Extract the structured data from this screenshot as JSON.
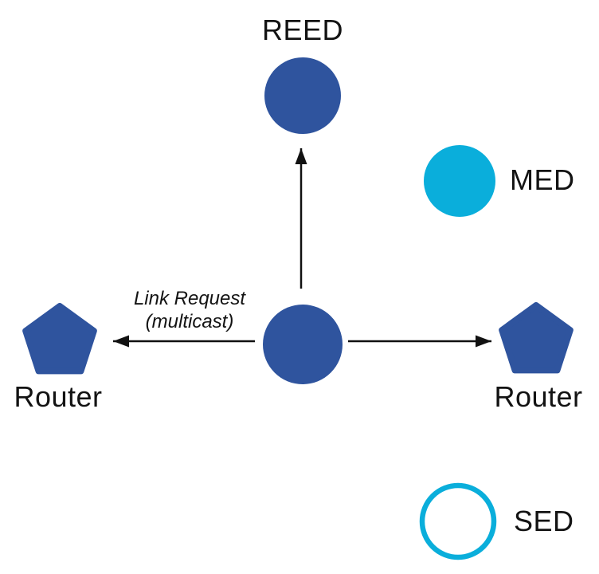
{
  "diagram": {
    "type": "network-topology",
    "colors": {
      "node_blue": "#2F549E",
      "accent_cyan": "#0AAEDB",
      "line_black": "#111111",
      "text_black": "#131313",
      "background": "#FFFFFF"
    },
    "nodes": {
      "reed": {
        "label": "REED",
        "shape": "circle",
        "fill": "solid-blue"
      },
      "med": {
        "label": "MED",
        "shape": "circle",
        "fill": "solid-cyan"
      },
      "sender": {
        "label": "",
        "shape": "circle",
        "fill": "solid-blue"
      },
      "router_left": {
        "label": "Router",
        "shape": "pentagon",
        "fill": "solid-blue"
      },
      "router_right": {
        "label": "Router",
        "shape": "pentagon",
        "fill": "solid-blue"
      },
      "sed": {
        "label": "SED",
        "shape": "circle",
        "fill": "outline-cyan"
      }
    },
    "annotation": {
      "line1": "Link Request",
      "line2": "(multicast)"
    },
    "edges": [
      {
        "from": "sender",
        "to": "reed",
        "style": "arrow"
      },
      {
        "from": "sender",
        "to": "router_left",
        "style": "arrow"
      },
      {
        "from": "sender",
        "to": "router_right",
        "style": "arrow"
      }
    ]
  }
}
